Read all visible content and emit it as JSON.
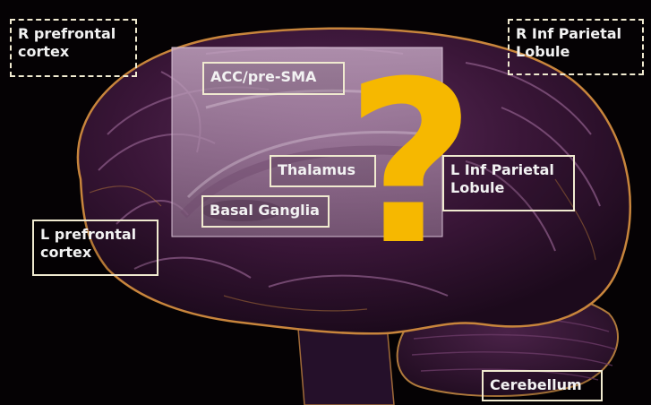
{
  "labels": {
    "r_prefrontal": {
      "line1": "R prefrontal",
      "line2": "cortex"
    },
    "r_inf_parietal": {
      "line1": "R Inf Parietal",
      "line2": "Lobule"
    },
    "acc_pre_sma": {
      "text": "ACC/pre-SMA"
    },
    "thalamus": {
      "text": "Thalamus"
    },
    "basal_ganglia": {
      "text": "Basal Ganglia"
    },
    "l_inf_parietal": {
      "line1": "L Inf Parietal",
      "line2": "Lobule"
    },
    "l_prefrontal": {
      "line1": "L prefrontal",
      "line2": "cortex"
    },
    "cerebellum": {
      "text": "Cerebellum"
    }
  },
  "question_mark": "?",
  "colors": {
    "background": "#050204",
    "brain_fill": "#2a0f2a",
    "brain_highlight": "#7a4a78",
    "brain_edge": "#c8853c",
    "panel_fill": "#b898b6",
    "label_border": "#f0ead0",
    "label_text": "#f2f2f2",
    "question_mark": "#f6b800"
  }
}
